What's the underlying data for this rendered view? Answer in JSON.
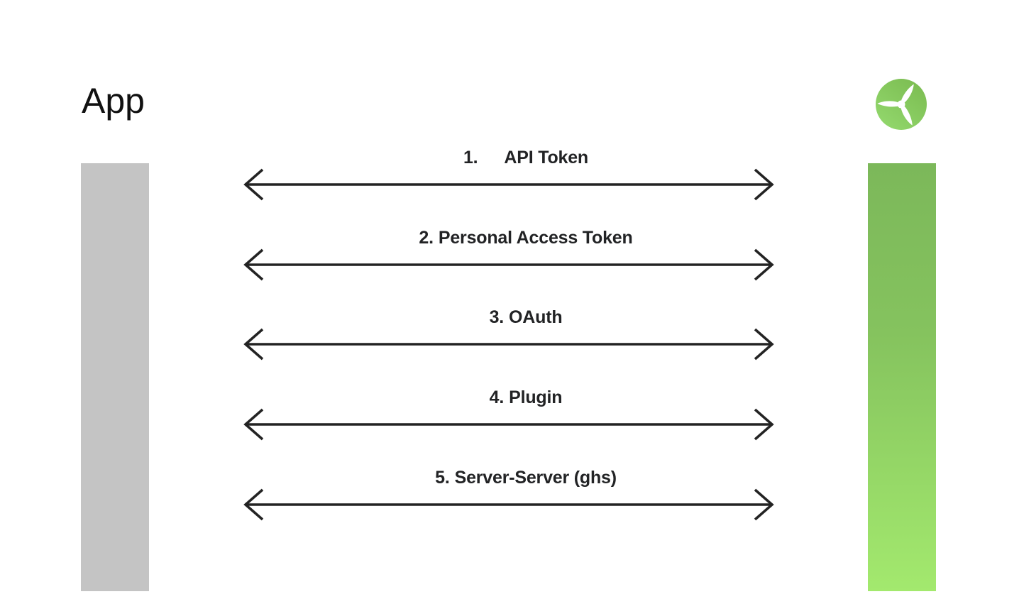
{
  "header": {
    "title": "App"
  },
  "logo": {
    "icon": "propeller-icon",
    "circle_color_dark": "#7cbd52",
    "circle_color_light": "#92d76c",
    "blade_color": "#ffffff"
  },
  "bars": {
    "left": {
      "role": "app-lifeline",
      "color": "#c4c4c4"
    },
    "right": {
      "role": "service-lifeline",
      "color_top": "#7cb85a",
      "color_bottom": "#a3e96e"
    }
  },
  "arrow_style": {
    "color": "#232323",
    "type": "double-headed"
  },
  "arrows": [
    {
      "number": "1.",
      "label": "API Token"
    },
    {
      "number": "2.",
      "label": "Personal Access Token"
    },
    {
      "number": "3.",
      "label": "OAuth"
    },
    {
      "number": "4.",
      "label": "Plugin"
    },
    {
      "number": "5.",
      "label": "Server-Server (ghs)"
    }
  ]
}
